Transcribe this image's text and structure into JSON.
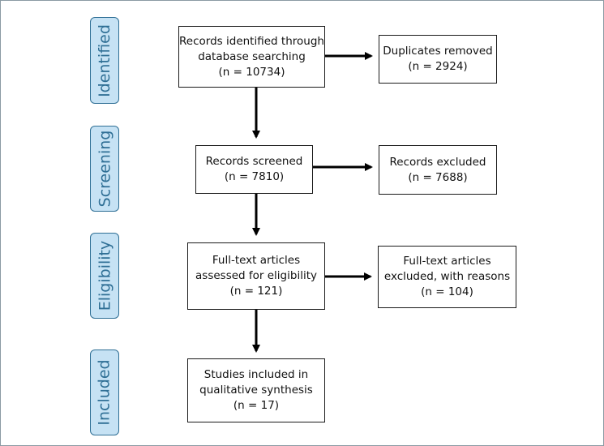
{
  "stages": [
    {
      "label": "Identified"
    },
    {
      "label": "Screening"
    },
    {
      "label": "Eligibility"
    },
    {
      "label": "Included"
    }
  ],
  "boxes": {
    "identified": {
      "lines": [
        "Records identified through",
        "database searching",
        "(n = 10734)"
      ]
    },
    "duplicates": {
      "lines": [
        "Duplicates removed",
        "(n = 2924)"
      ]
    },
    "screened": {
      "lines": [
        "Records screened",
        "(n = 7810)"
      ]
    },
    "excluded": {
      "lines": [
        "Records excluded",
        "(n = 7688)"
      ]
    },
    "fulltext": {
      "lines": [
        "Full-text articles",
        "assessed for eligibility",
        "(n = 121)"
      ]
    },
    "fulltext_excluded": {
      "lines": [
        "Full-text articles",
        "excluded, with reasons",
        "(n = 104)"
      ]
    },
    "included": {
      "lines": [
        "Studies included in",
        "qualitative synthesis",
        "(n = 17)"
      ]
    }
  },
  "colors": {
    "stage_fill": "#c6e2f4",
    "stage_border": "#2f6f95",
    "stage_text": "#2f6f95",
    "box_border": "#1a1a1a",
    "arrow": "#000000"
  }
}
